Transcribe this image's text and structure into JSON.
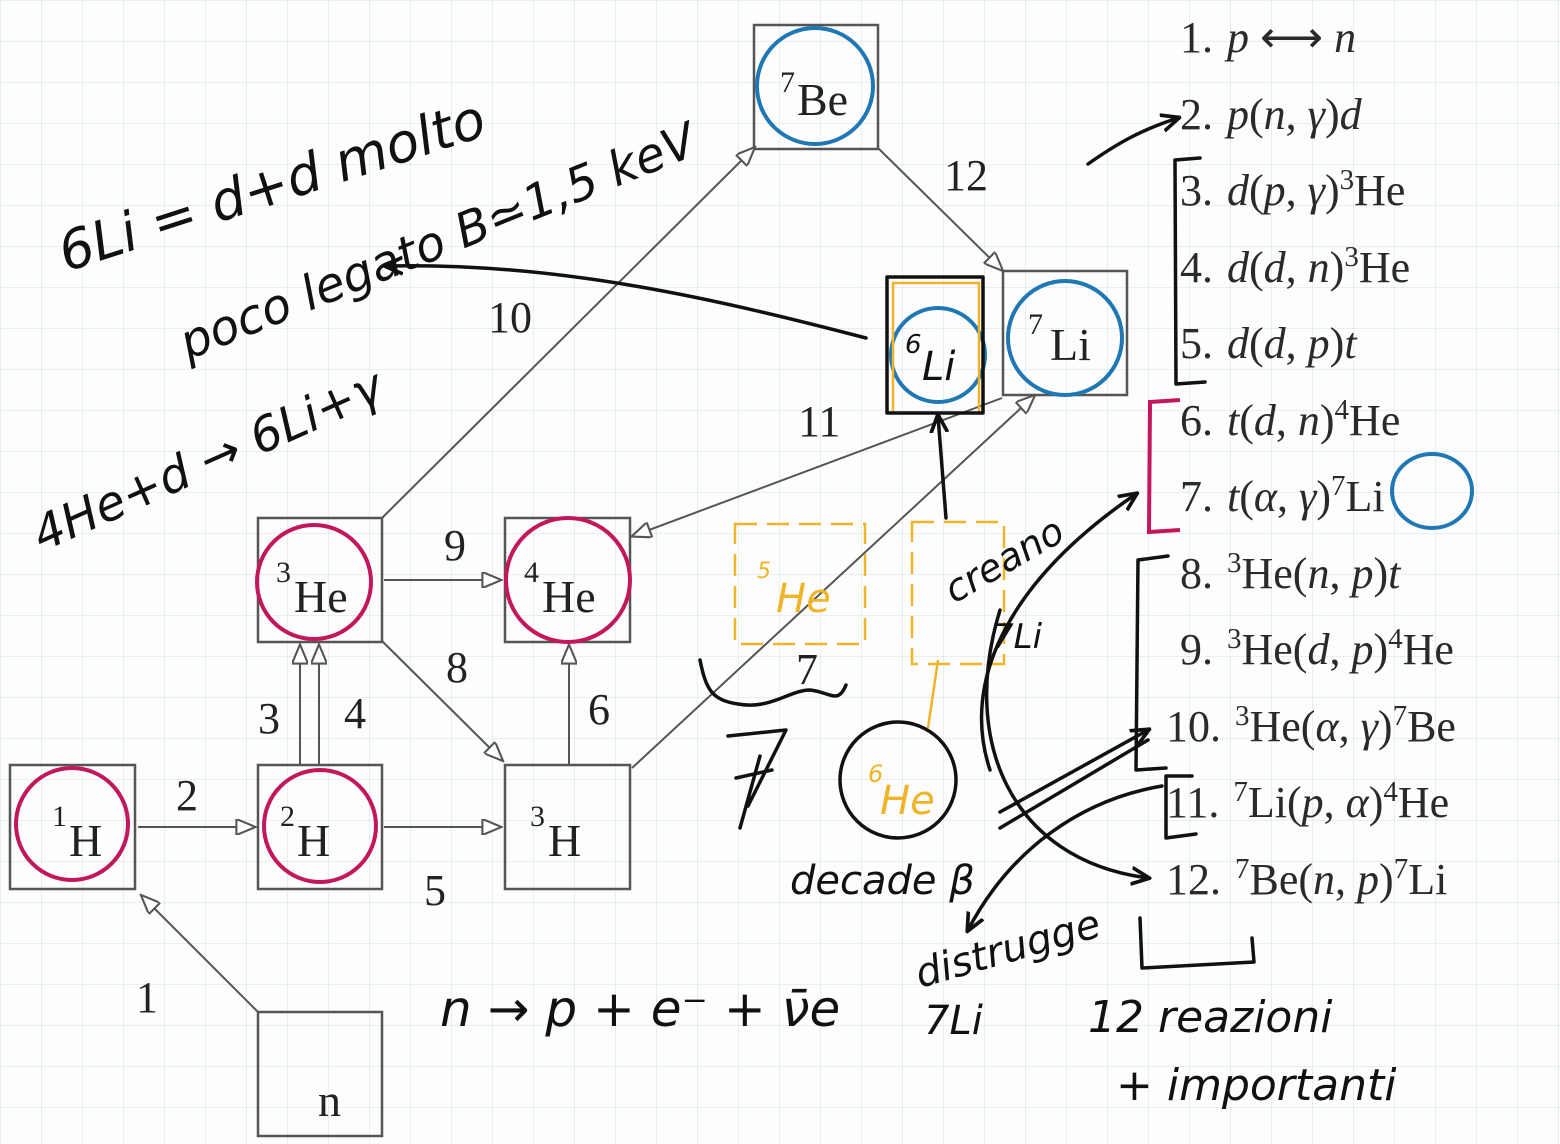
{
  "nuclides": {
    "n": "n",
    "h1": {
      "mass": "1",
      "sym": "H"
    },
    "h2": {
      "mass": "2",
      "sym": "H"
    },
    "h3": {
      "mass": "3",
      "sym": "H"
    },
    "he3": {
      "mass": "3",
      "sym": "He"
    },
    "he4": {
      "mass": "4",
      "sym": "He"
    },
    "be7": {
      "mass": "7",
      "sym": "Be"
    },
    "li7": {
      "mass": "7",
      "sym": "Li"
    }
  },
  "arrow_numbers": [
    "1",
    "2",
    "3",
    "4",
    "5",
    "6",
    "7",
    "8",
    "9",
    "10",
    "11",
    "12"
  ],
  "reactions": [
    {
      "n": "1.",
      "parts": [
        [
          "it",
          "p "
        ],
        [
          "n",
          "⟷ "
        ],
        [
          "it",
          "n"
        ]
      ]
    },
    {
      "n": "2.",
      "parts": [
        [
          "it",
          "p"
        ],
        [
          "n",
          "("
        ],
        [
          "it",
          "n"
        ],
        [
          "n",
          ", "
        ],
        [
          "it",
          "γ"
        ],
        [
          "n",
          ")"
        ],
        [
          "it",
          "d"
        ]
      ]
    },
    {
      "n": "3.",
      "parts": [
        [
          "it",
          "d"
        ],
        [
          "n",
          "("
        ],
        [
          "it",
          "p"
        ],
        [
          "n",
          ", "
        ],
        [
          "it",
          "γ"
        ],
        [
          "n",
          ")"
        ],
        [
          "s",
          "3"
        ],
        [
          "n",
          "He"
        ]
      ]
    },
    {
      "n": "4.",
      "parts": [
        [
          "it",
          "d"
        ],
        [
          "n",
          "("
        ],
        [
          "it",
          "d"
        ],
        [
          "n",
          ", "
        ],
        [
          "it",
          "n"
        ],
        [
          "n",
          ")"
        ],
        [
          "s",
          "3"
        ],
        [
          "n",
          "He"
        ]
      ]
    },
    {
      "n": "5.",
      "parts": [
        [
          "it",
          "d"
        ],
        [
          "n",
          "("
        ],
        [
          "it",
          "d"
        ],
        [
          "n",
          ", "
        ],
        [
          "it",
          "p"
        ],
        [
          "n",
          ")"
        ],
        [
          "it",
          "t"
        ]
      ]
    },
    {
      "n": "6.",
      "parts": [
        [
          "it",
          "t"
        ],
        [
          "n",
          "("
        ],
        [
          "it",
          "d"
        ],
        [
          "n",
          ", "
        ],
        [
          "it",
          "n"
        ],
        [
          "n",
          ")"
        ],
        [
          "s",
          "4"
        ],
        [
          "n",
          "He"
        ]
      ]
    },
    {
      "n": "7.",
      "parts": [
        [
          "it",
          "t"
        ],
        [
          "n",
          "("
        ],
        [
          "it",
          "α"
        ],
        [
          "n",
          ", "
        ],
        [
          "it",
          "γ"
        ],
        [
          "n",
          ")"
        ],
        [
          "s",
          "7"
        ],
        [
          "n",
          "Li"
        ]
      ]
    },
    {
      "n": "8.",
      "parts": [
        [
          "s",
          "3"
        ],
        [
          "n",
          "He("
        ],
        [
          "it",
          "n"
        ],
        [
          "n",
          ", "
        ],
        [
          "it",
          "p"
        ],
        [
          "n",
          ")"
        ],
        [
          "it",
          "t"
        ]
      ]
    },
    {
      "n": "9.",
      "parts": [
        [
          "s",
          "3"
        ],
        [
          "n",
          "He("
        ],
        [
          "it",
          "d"
        ],
        [
          "n",
          ", "
        ],
        [
          "it",
          "p"
        ],
        [
          "n",
          ")"
        ],
        [
          "s",
          "4"
        ],
        [
          "n",
          "He"
        ]
      ]
    },
    {
      "n": "10.",
      "parts": [
        [
          "s",
          "3"
        ],
        [
          "n",
          "He("
        ],
        [
          "it",
          "α"
        ],
        [
          "n",
          ", "
        ],
        [
          "it",
          "γ"
        ],
        [
          "n",
          ")"
        ],
        [
          "s",
          "7"
        ],
        [
          "n",
          "Be"
        ]
      ]
    },
    {
      "n": "11.",
      "parts": [
        [
          "s",
          "7"
        ],
        [
          "n",
          "Li("
        ],
        [
          "it",
          "p"
        ],
        [
          "n",
          ", "
        ],
        [
          "it",
          "α"
        ],
        [
          "n",
          ")"
        ],
        [
          "s",
          "4"
        ],
        [
          "n",
          "He"
        ]
      ]
    },
    {
      "n": "12.",
      "parts": [
        [
          "s",
          "7"
        ],
        [
          "n",
          "Be("
        ],
        [
          "it",
          "n"
        ],
        [
          "n",
          ", "
        ],
        [
          "it",
          "p"
        ],
        [
          "n",
          ")"
        ],
        [
          "s",
          "7"
        ],
        [
          "n",
          "Li"
        ]
      ]
    }
  ],
  "handwriting": {
    "li6_line1": "6Li = d+d molto",
    "li6_line2": "poco legato  B≃1,5 keV",
    "he4_reaction": "4He+d → 6Li+γ",
    "creano": "creano",
    "creano_target": "7Li",
    "decade": "decade β",
    "neutron_decay": "n → p + e⁻ + ν̄e",
    "distrugge": "distrugge",
    "distrugge_target": "7Li",
    "summary_1": "12 reazioni",
    "summary_2": "+ importanti",
    "he5": {
      "mass": "5",
      "sym": "He"
    },
    "he6": {
      "mass": "6",
      "sym": "He"
    },
    "li6_box": {
      "mass": "6",
      "sym": "Li"
    }
  },
  "colors": {
    "magenta": "#c2185b",
    "blue": "#1f77b4",
    "yellow": "#f0b429",
    "ink": "#111111"
  }
}
